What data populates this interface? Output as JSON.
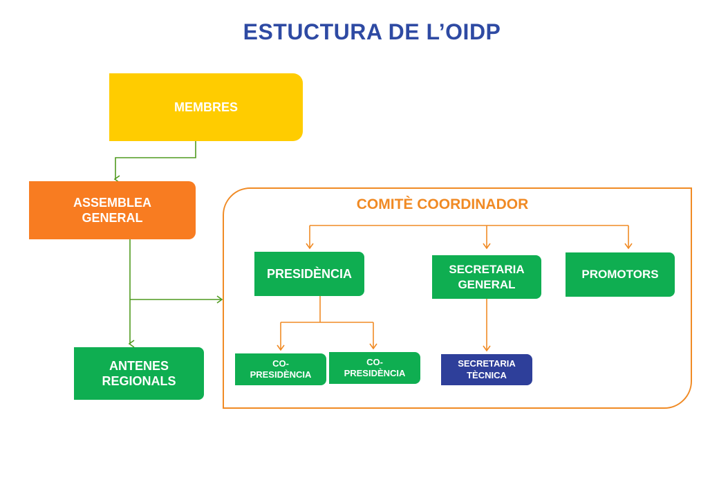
{
  "title": "ESTUCTURA DE L’OIDP",
  "nodes": {
    "membres": "MEMBRES",
    "assemblea": [
      "ASSEMBLEA",
      "GENERAL"
    ],
    "antenes": [
      "ANTENES",
      "REGIONALS"
    ],
    "comite": "COMITÈ COORDINADOR",
    "presidencia": "PRESIDÈNCIA",
    "secretaria": [
      "SECRETARIA",
      "GENERAL"
    ],
    "promotors": "PROMOTORS",
    "copresidencia_1": [
      "CO-",
      "PRESIDÈNCIA"
    ],
    "copresidencia_2": [
      "CO-",
      "PRESIDÈNCIA"
    ],
    "secretaria_tecnica": [
      "SECRETARIA",
      "TÈCNICA"
    ]
  },
  "colors": {
    "title": "#2e4aa3",
    "membres": "#ffcc00",
    "assemblea": "#f87c21",
    "green": "#0fae51",
    "secretaria_tecnica": "#2e3f9a",
    "orange_line": "#f08a24",
    "green_line": "#4f9a1e"
  }
}
